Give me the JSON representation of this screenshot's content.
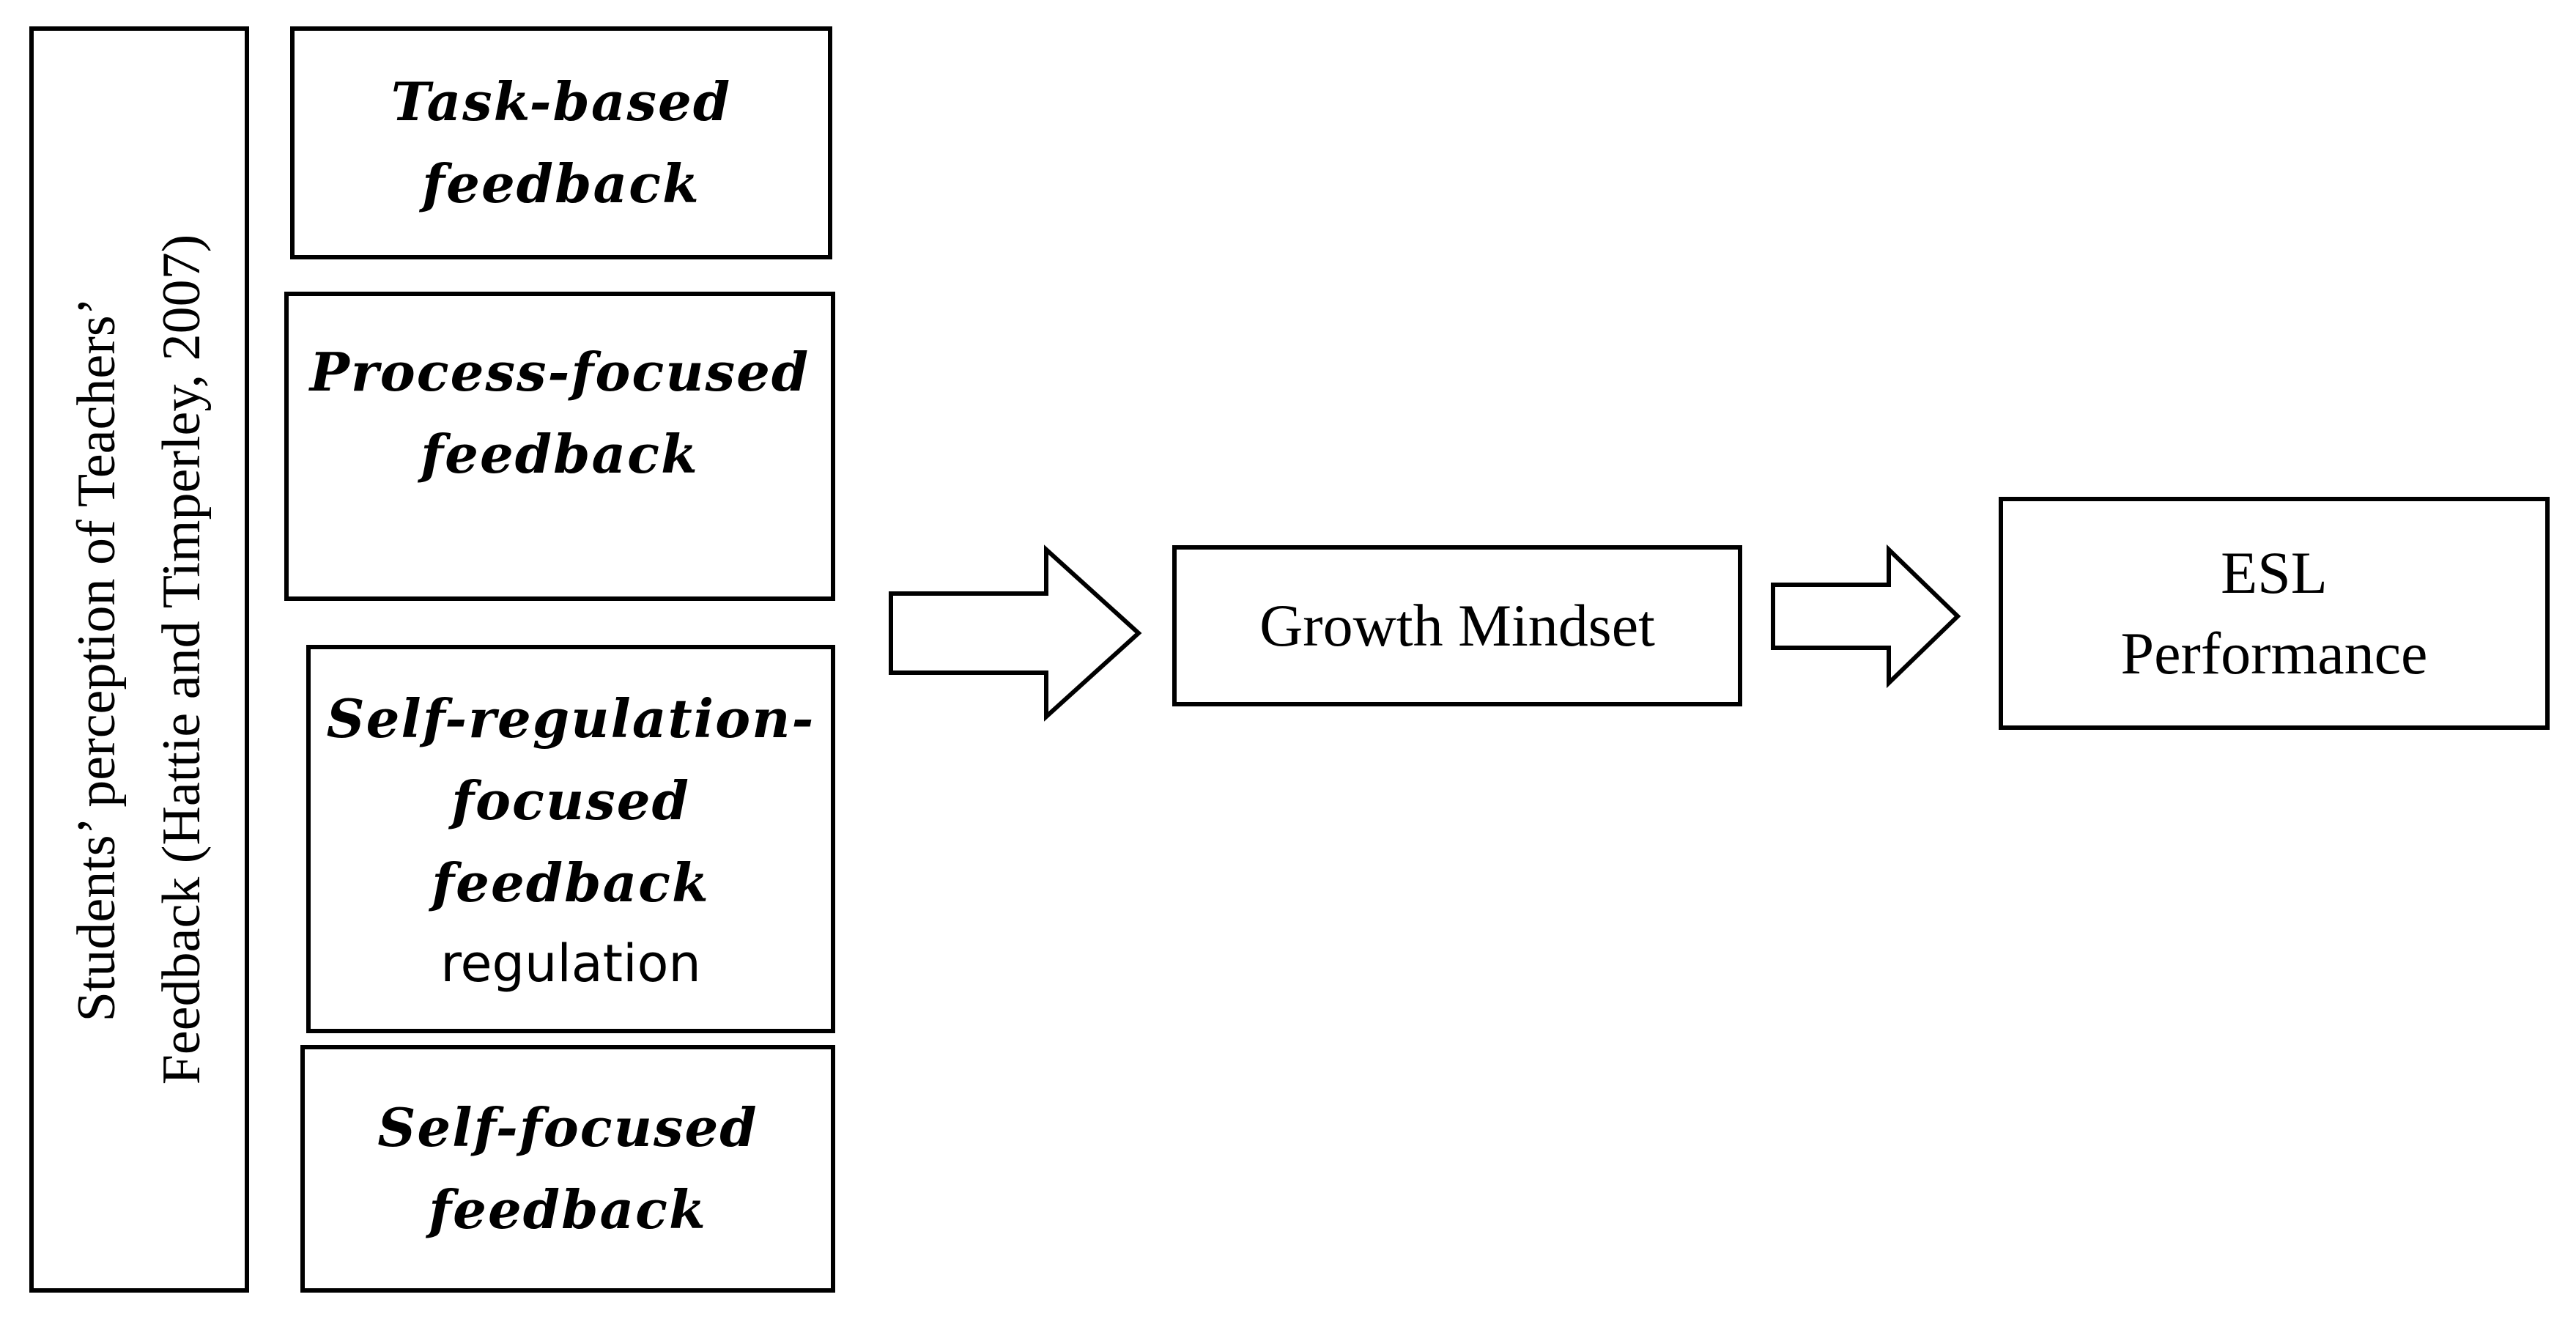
{
  "sidebar": {
    "line1": "Students’ perception of Teachers’",
    "line2": "Feedback (Hattie and Timperley, 2007)"
  },
  "feedback_boxes": {
    "task": [
      "Task-based",
      "feedback"
    ],
    "process": [
      "Process-focused",
      "feedback"
    ],
    "self_regulation": [
      "Self-regulation-",
      "focused",
      "feedback"
    ],
    "self_regulation_note": "regulation",
    "self": [
      "Self-focused",
      "feedback"
    ]
  },
  "mediator": {
    "label": "Growth Mindset"
  },
  "outcome": {
    "line1": "ESL",
    "line2": "Performance"
  }
}
